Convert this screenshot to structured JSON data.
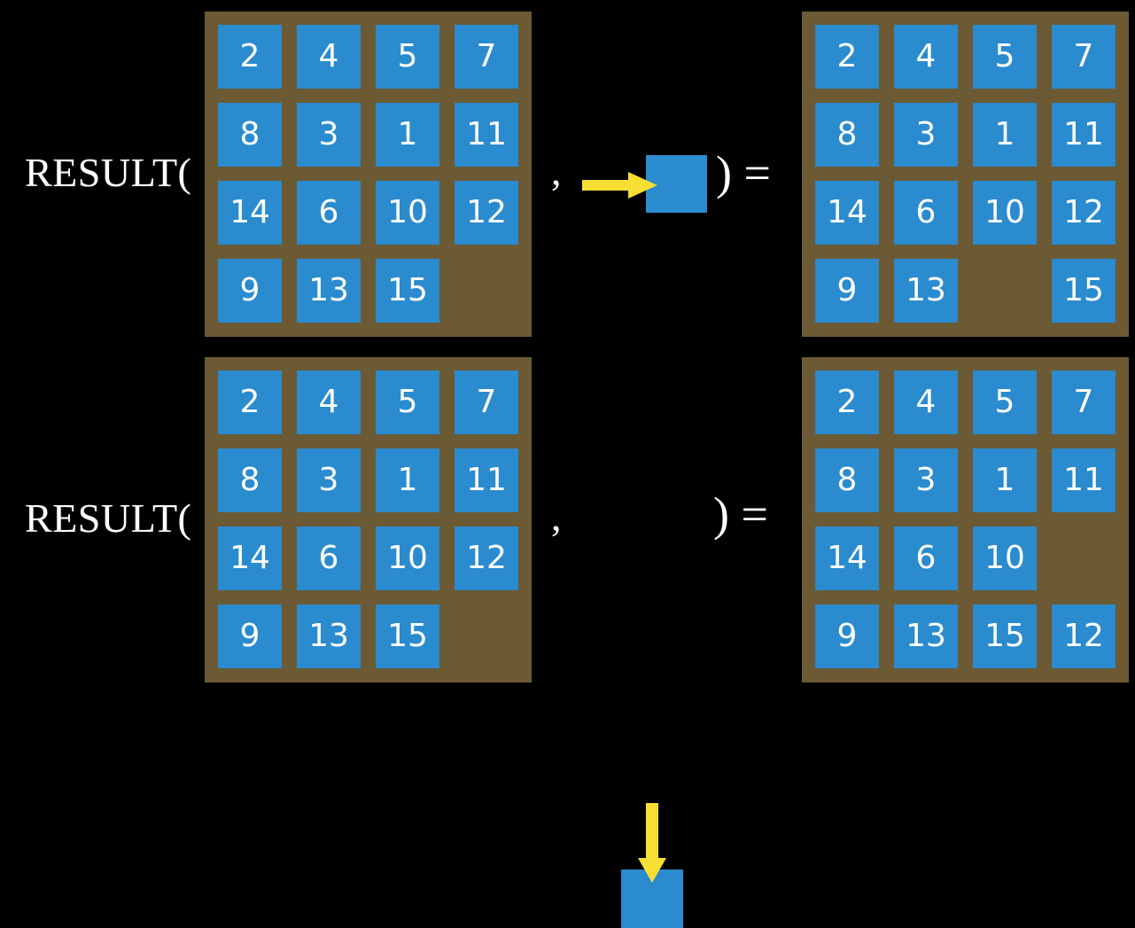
{
  "page": {
    "background_color": "#000000",
    "title": "RESULT function on 15-puzzle: slide-right and slide-down actions"
  },
  "colors": {
    "tile": "#2a8bcf",
    "board": "#6b5a33",
    "arrow": "#f6de33",
    "text": "#ffffff",
    "background": "#000000"
  },
  "labels": {
    "result_prefix_cap": "R",
    "result_prefix_rest": "esult",
    "open_paren": "(",
    "comma": ",",
    "close_paren_equals": ") ="
  },
  "rows": [
    {
      "name": "slide-right",
      "label": "RESULT(",
      "separator": ",",
      "action": {
        "icon": "arrow-right-icon",
        "direction": "right",
        "description": "blank tile moves right",
        "arrow_color": "#f6de33",
        "square_color": "#2a8bcf"
      },
      "result_symbol": ") =",
      "input_grid": {
        "rows": 4,
        "cols": 4,
        "cells": [
          [
            "2",
            "4",
            "5",
            "7"
          ],
          [
            "8",
            "3",
            "1",
            "11"
          ],
          [
            "14",
            "6",
            "10",
            "12"
          ],
          [
            "9",
            "13",
            "15",
            ""
          ]
        ]
      },
      "output_grid": {
        "rows": 4,
        "cols": 4,
        "cells": [
          [
            "2",
            "4",
            "5",
            "7"
          ],
          [
            "8",
            "3",
            "1",
            "11"
          ],
          [
            "14",
            "6",
            "10",
            "12"
          ],
          [
            "9",
            "13",
            "",
            "15"
          ]
        ]
      }
    },
    {
      "name": "slide-down",
      "label": "RESULT(",
      "separator": ",",
      "action": {
        "icon": "arrow-down-icon",
        "direction": "down",
        "description": "blank tile moves down",
        "arrow_color": "#f6de33",
        "square_color": "#2a8bcf"
      },
      "result_symbol": ") =",
      "input_grid": {
        "rows": 4,
        "cols": 4,
        "cells": [
          [
            "2",
            "4",
            "5",
            "7"
          ],
          [
            "8",
            "3",
            "1",
            "11"
          ],
          [
            "14",
            "6",
            "10",
            "12"
          ],
          [
            "9",
            "13",
            "15",
            ""
          ]
        ]
      },
      "output_grid": {
        "rows": 4,
        "cols": 4,
        "cells": [
          [
            "2",
            "4",
            "5",
            "7"
          ],
          [
            "8",
            "3",
            "1",
            "11"
          ],
          [
            "14",
            "6",
            "10",
            ""
          ],
          [
            "9",
            "13",
            "15",
            "12"
          ]
        ]
      }
    }
  ]
}
